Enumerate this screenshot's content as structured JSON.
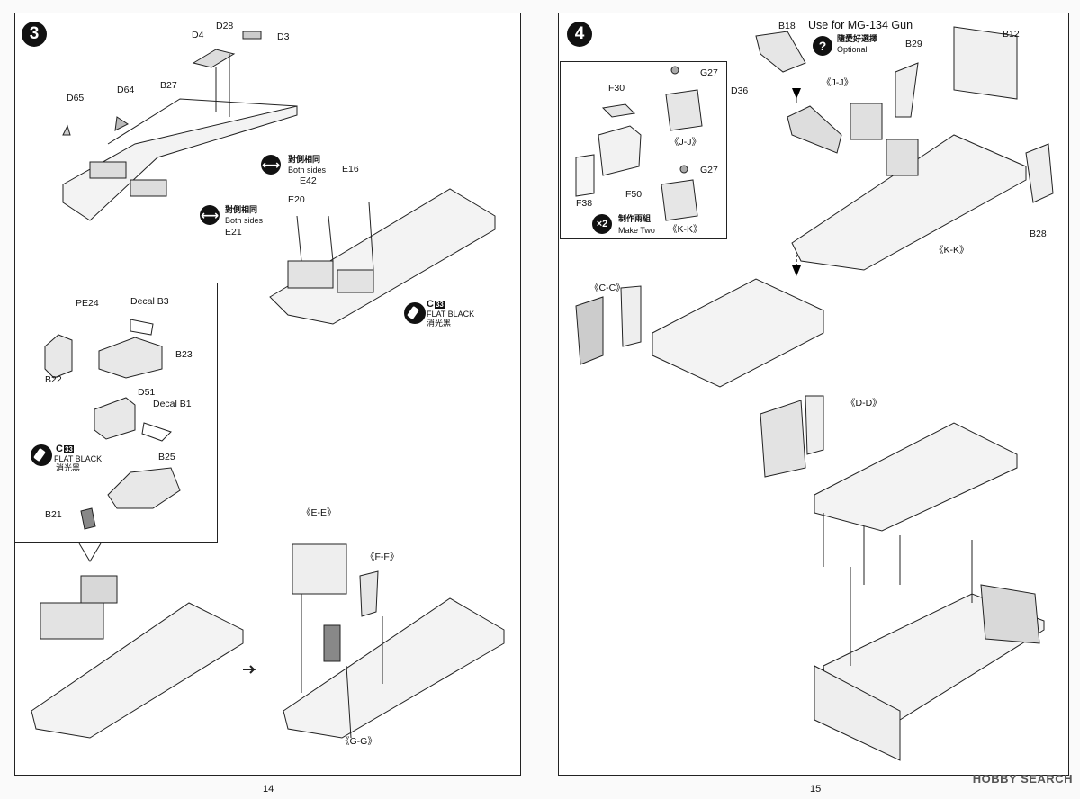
{
  "left_page": {
    "step_number": "3",
    "page_number": "14",
    "parts": {
      "D4": "D4",
      "D28": "D28",
      "D3": "D3",
      "D65": "D65",
      "D64": "D64",
      "B27": "B27",
      "E16": "E16",
      "E42": "E42",
      "E20": "E20",
      "E21": "E21"
    },
    "both_sides_1": {
      "zh": "對側相同",
      "en": "Both sides"
    },
    "both_sides_2": {
      "zh": "對側相同",
      "en": "Both sides"
    },
    "paint_main": {
      "code": "C",
      "num": "33",
      "en": "FLAT BLACK",
      "zh": "消光黑"
    },
    "inset": {
      "parts": {
        "PE24": "PE24",
        "Decal_B3": "Decal B3",
        "B23": "B23",
        "B22": "B22",
        "D51": "D51",
        "Decal_B1": "Decal B1",
        "B25": "B25",
        "B21": "B21"
      },
      "paint": {
        "code": "C",
        "num": "33",
        "en": "FLAT BLACK",
        "zh": "消光黑"
      }
    },
    "assemblies": {
      "EE": "《E-E》",
      "FF": "《F-F》",
      "GG": "《G-G》"
    }
  },
  "right_page": {
    "step_number": "4",
    "page_number": "15",
    "gun_title": "Use for MG-134 Gun",
    "optional": {
      "zh": "隨愛好選擇",
      "en": "Optional"
    },
    "parts": {
      "B18": "B18",
      "B29": "B29",
      "B12": "B12",
      "D36": "D36",
      "B28": "B28"
    },
    "assemblies": {
      "JJ": "《J-J》",
      "KK": "《K-K》",
      "CC": "《C-C》",
      "DD": "《D-D》"
    },
    "subbox": {
      "F30": "F30",
      "G27a": "G27",
      "G27b": "G27",
      "F38": "F38",
      "F50": "F50",
      "JJ": "《J-J》",
      "KK": "《K-K》",
      "times": "×2",
      "make_two_zh": "制作兩組",
      "make_two_en": "Make Two"
    }
  },
  "watermark": "HOBBY SEARCH"
}
